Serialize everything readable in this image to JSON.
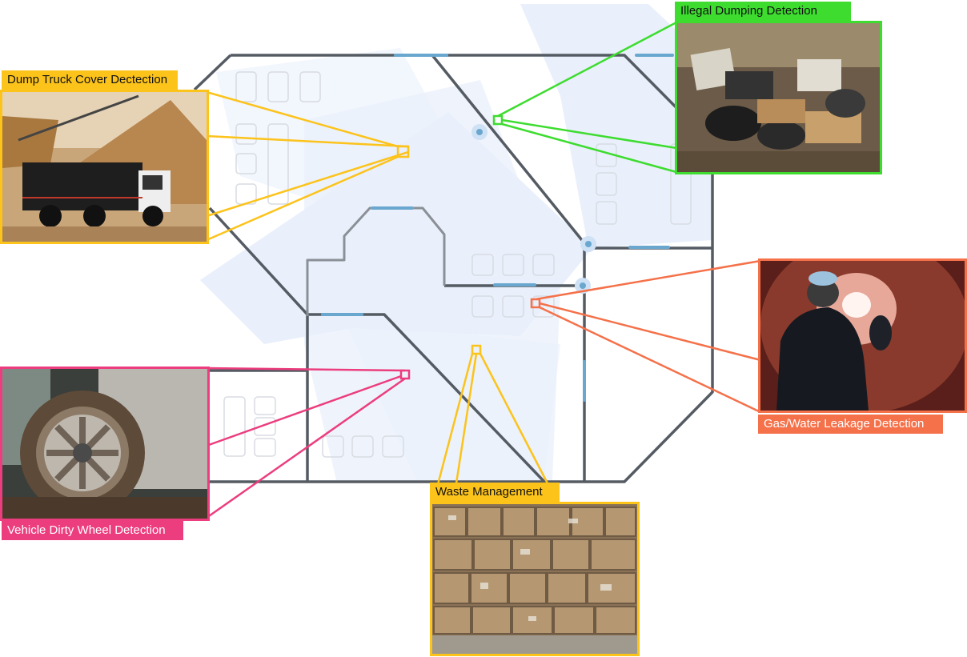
{
  "diagram": {
    "colors": {
      "yellow": "#fcc31b",
      "green": "#3ddc2f",
      "orange": "#f5714a",
      "pink": "#ec3d7e",
      "wall": "#555b63",
      "door": "#6aa7cf",
      "coverage": "#e7eefb"
    },
    "callouts": [
      {
        "id": "dump-truck",
        "label": "Dump Truck Cover Dectection",
        "color": "yellow",
        "photo": "dump-truck-photo"
      },
      {
        "id": "illegal-dumping",
        "label": "Illegal Dumping Detection",
        "color": "green",
        "photo": "illegal-dumping-photo"
      },
      {
        "id": "gas-water",
        "label": "Gas/Water Leakage Detection",
        "color": "orange",
        "photo": "pipe-worker-photo"
      },
      {
        "id": "dirty-wheel",
        "label": "Vehicle Dirty Wheel Detection",
        "color": "pink",
        "photo": "muddy-wheel-photo"
      },
      {
        "id": "waste",
        "label": "Waste Management",
        "color": "yellow",
        "photo": "baled-waste-photo"
      }
    ]
  }
}
